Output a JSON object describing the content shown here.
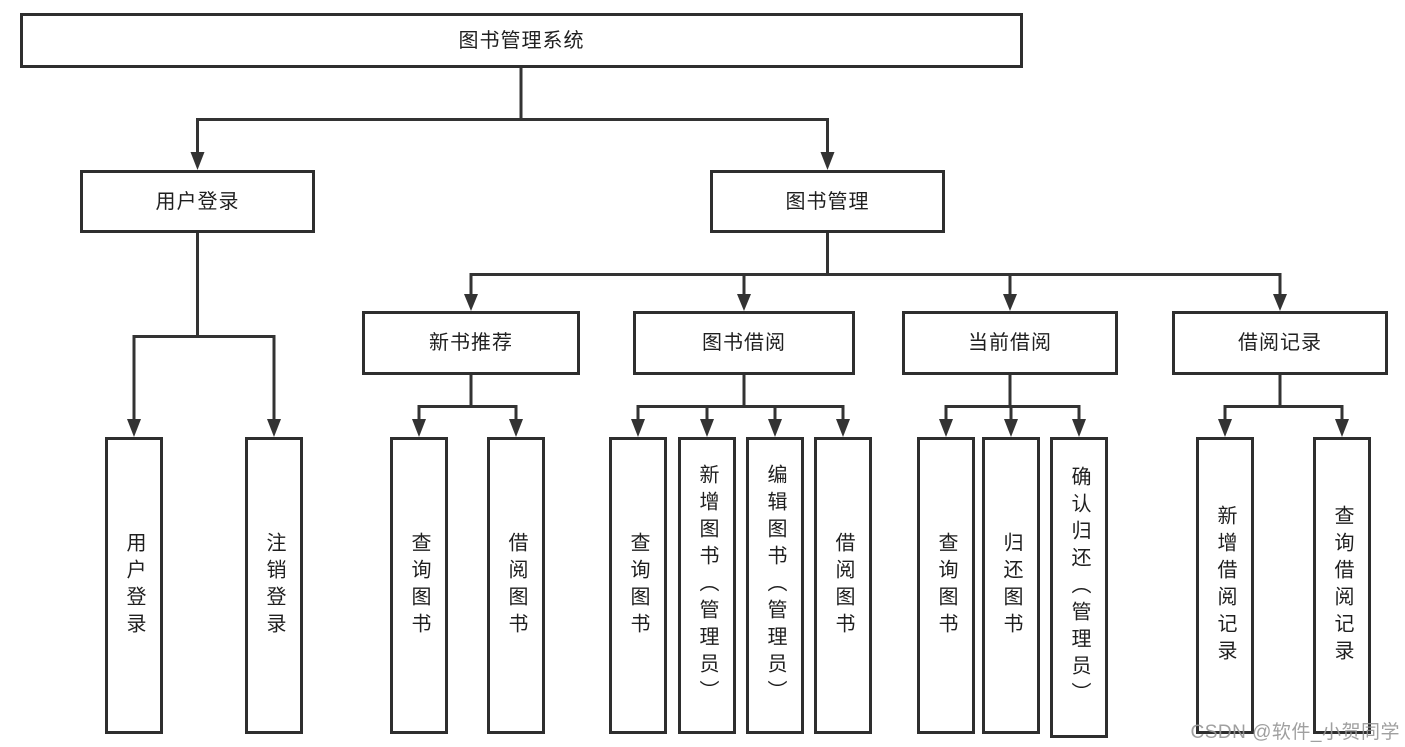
{
  "diagram": {
    "title": "图书管理系统",
    "nodes": {
      "root": "图书管理系统",
      "level2": [
        "用户登录",
        "图书管理"
      ],
      "level3": [
        "新书推荐",
        "图书借阅",
        "当前借阅",
        "借阅记录"
      ],
      "leaves": [
        "用户登录",
        "注销登录",
        "查询图书",
        "借阅图书",
        "查询图书",
        "新增图书（管理员）",
        "编辑图书（管理员）",
        "借阅图书",
        "查询图书",
        "归还图书",
        "确认归还（管理员）",
        "新增借阅记录",
        "查询借阅记录"
      ]
    },
    "colors": {
      "line": "#333333",
      "border": "#2e2e2e",
      "text": "#1f1f1f",
      "watermark": "#969696"
    }
  },
  "watermark": {
    "text": "CSDN @软件_小贺同学"
  }
}
